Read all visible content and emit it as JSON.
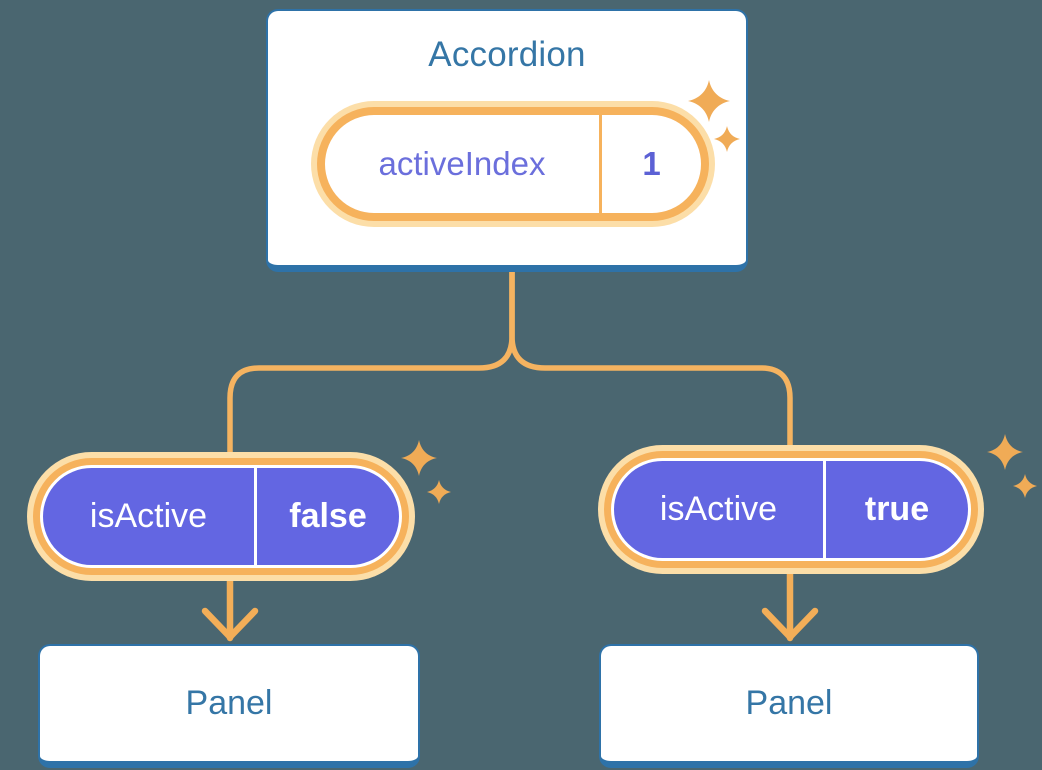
{
  "accordion": {
    "title": "Accordion",
    "state": {
      "label": "activeIndex",
      "value": "1"
    }
  },
  "branches": [
    {
      "prop": {
        "label": "isActive",
        "value": "false"
      },
      "panel": {
        "title": "Panel"
      }
    },
    {
      "prop": {
        "label": "isActive",
        "value": "true"
      },
      "panel": {
        "title": "Panel"
      }
    }
  ],
  "icons": {
    "sparkle": "sparkle-icon",
    "arrow": "arrow-down-icon"
  },
  "colors": {
    "background": "#4A6670",
    "card_background": "#FFFFFF",
    "card_border": "#2E72A8",
    "heading_text": "#3576A6",
    "connector_orange": "#F5B360",
    "pill_ring_orange": "#F6B25C",
    "pill_glow": "#FCDEA8",
    "prop_pill_fill": "#6366E2",
    "prop_pill_text": "#FFFFFF",
    "state_label_text": "#6B6FDC",
    "state_value_text": "#5C61D5",
    "sparkle": "#F0AB56"
  }
}
